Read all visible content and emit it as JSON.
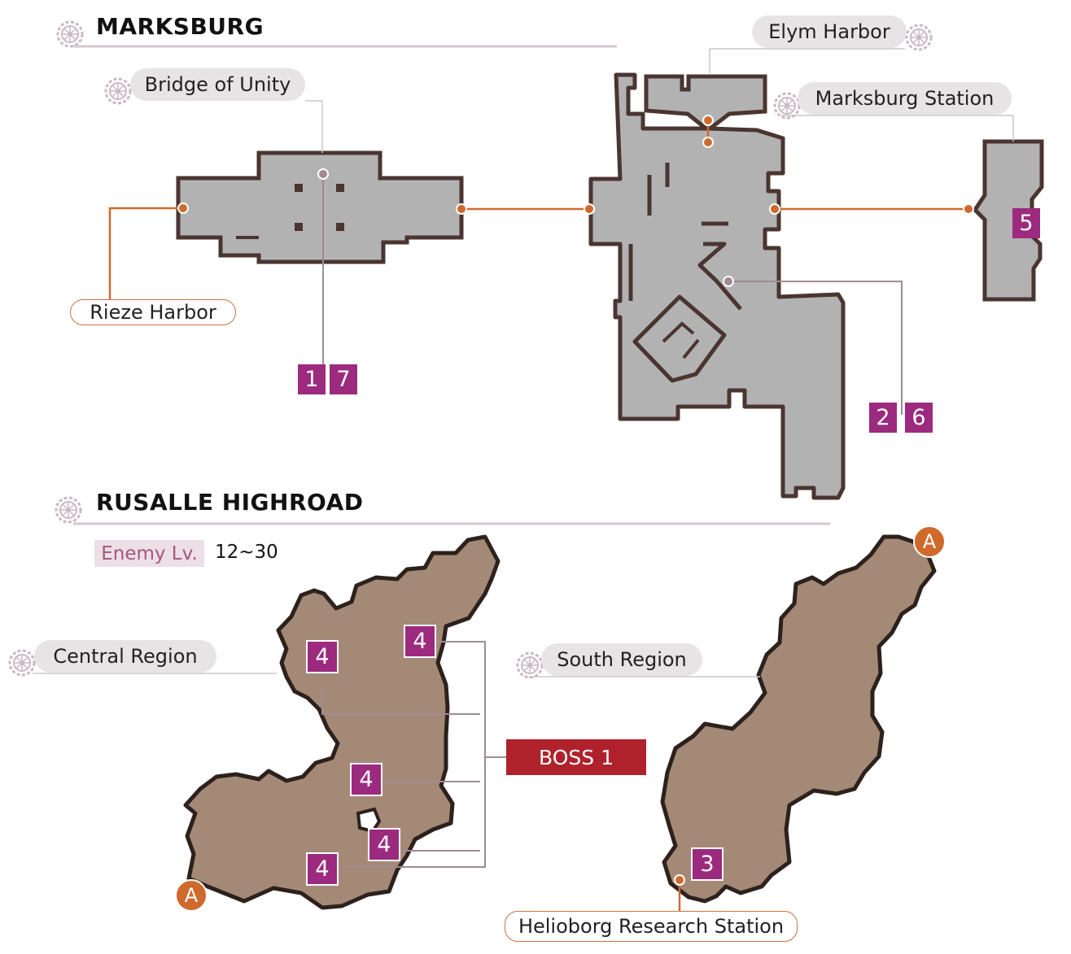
{
  "sections": [
    {
      "title": "MARKSBURG"
    },
    {
      "title": "RUSALLE HIGHROAD"
    }
  ],
  "labels": {
    "bridge_of_unity": "Bridge of Unity",
    "elym_harbor": "Elym Harbor",
    "marksburg_station": "Marksburg Station",
    "rieze_harbor": "Rieze Harbor",
    "central_region": "Central Region",
    "south_region": "South Region",
    "helioborg_research_station": "Helioborg Research Station"
  },
  "enemy_level": {
    "label": "Enemy Lv.",
    "value": "12~30"
  },
  "boss": {
    "label": "BOSS 1"
  },
  "markers": {
    "bridge": [
      "1",
      "7"
    ],
    "station_plaza": [
      "2",
      "6"
    ],
    "east_annex": "5",
    "central": [
      "4",
      "4",
      "4",
      "4",
      "4"
    ],
    "south": "3",
    "connector": "A"
  },
  "colors": {
    "town_fill": "#b3b2b3",
    "town_wall": "#4a3530",
    "region_fill": "#a48a76",
    "route_line": "#cf6a2c",
    "marker_purple": "#9c2a7e",
    "boss_red": "#b0222b",
    "leader_line": "#a08a94"
  },
  "icons": [
    "gear-icon"
  ]
}
